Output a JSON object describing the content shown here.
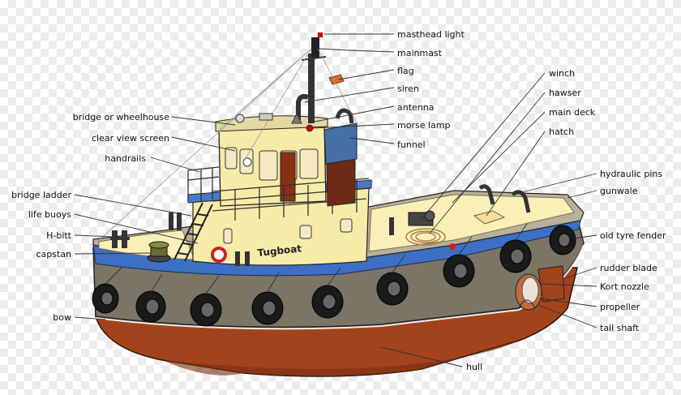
{
  "boat_name": "Tugboat",
  "labels": {
    "masthead_light": "masthead light",
    "mainmast": "mainmast",
    "flag": "flag",
    "siren": "siren",
    "antenna": "antenna",
    "morse_lamp": "morse lamp",
    "funnel": "funnel",
    "bridge_or_wheelhouse": "bridge or wheelhouse",
    "clear_view_screen": "clear view screen",
    "handrails": "handrails",
    "bridge_ladder": "bridge ladder",
    "life_buoys": "life buoys",
    "h_bitt": "H-bitt",
    "capstan": "capstan",
    "bow": "bow",
    "winch": "winch",
    "hawser": "hawser",
    "main_deck": "main deck",
    "hatch": "hatch",
    "hydraulic_pins": "hydraulic pins",
    "gunwale": "gunwale",
    "old_tyre_fender": "old tyre fender",
    "rudder_blade": "rudder blade",
    "kort_nozzle": "Kort nozzle",
    "propeller": "propeller",
    "tail_shaft": "tail shaft",
    "hull": "hull"
  },
  "colors": {
    "hull_red": "#a2431c",
    "hull_grey": "#7a7564",
    "stripe_blue": "#3d6fc4",
    "cabin_cream": "#f7eba8",
    "funnel_blue": "#466fa8",
    "funnel_brown": "#6e2a14",
    "deck_cream": "#fbefb8",
    "tyre_black": "#1a1a1a"
  }
}
